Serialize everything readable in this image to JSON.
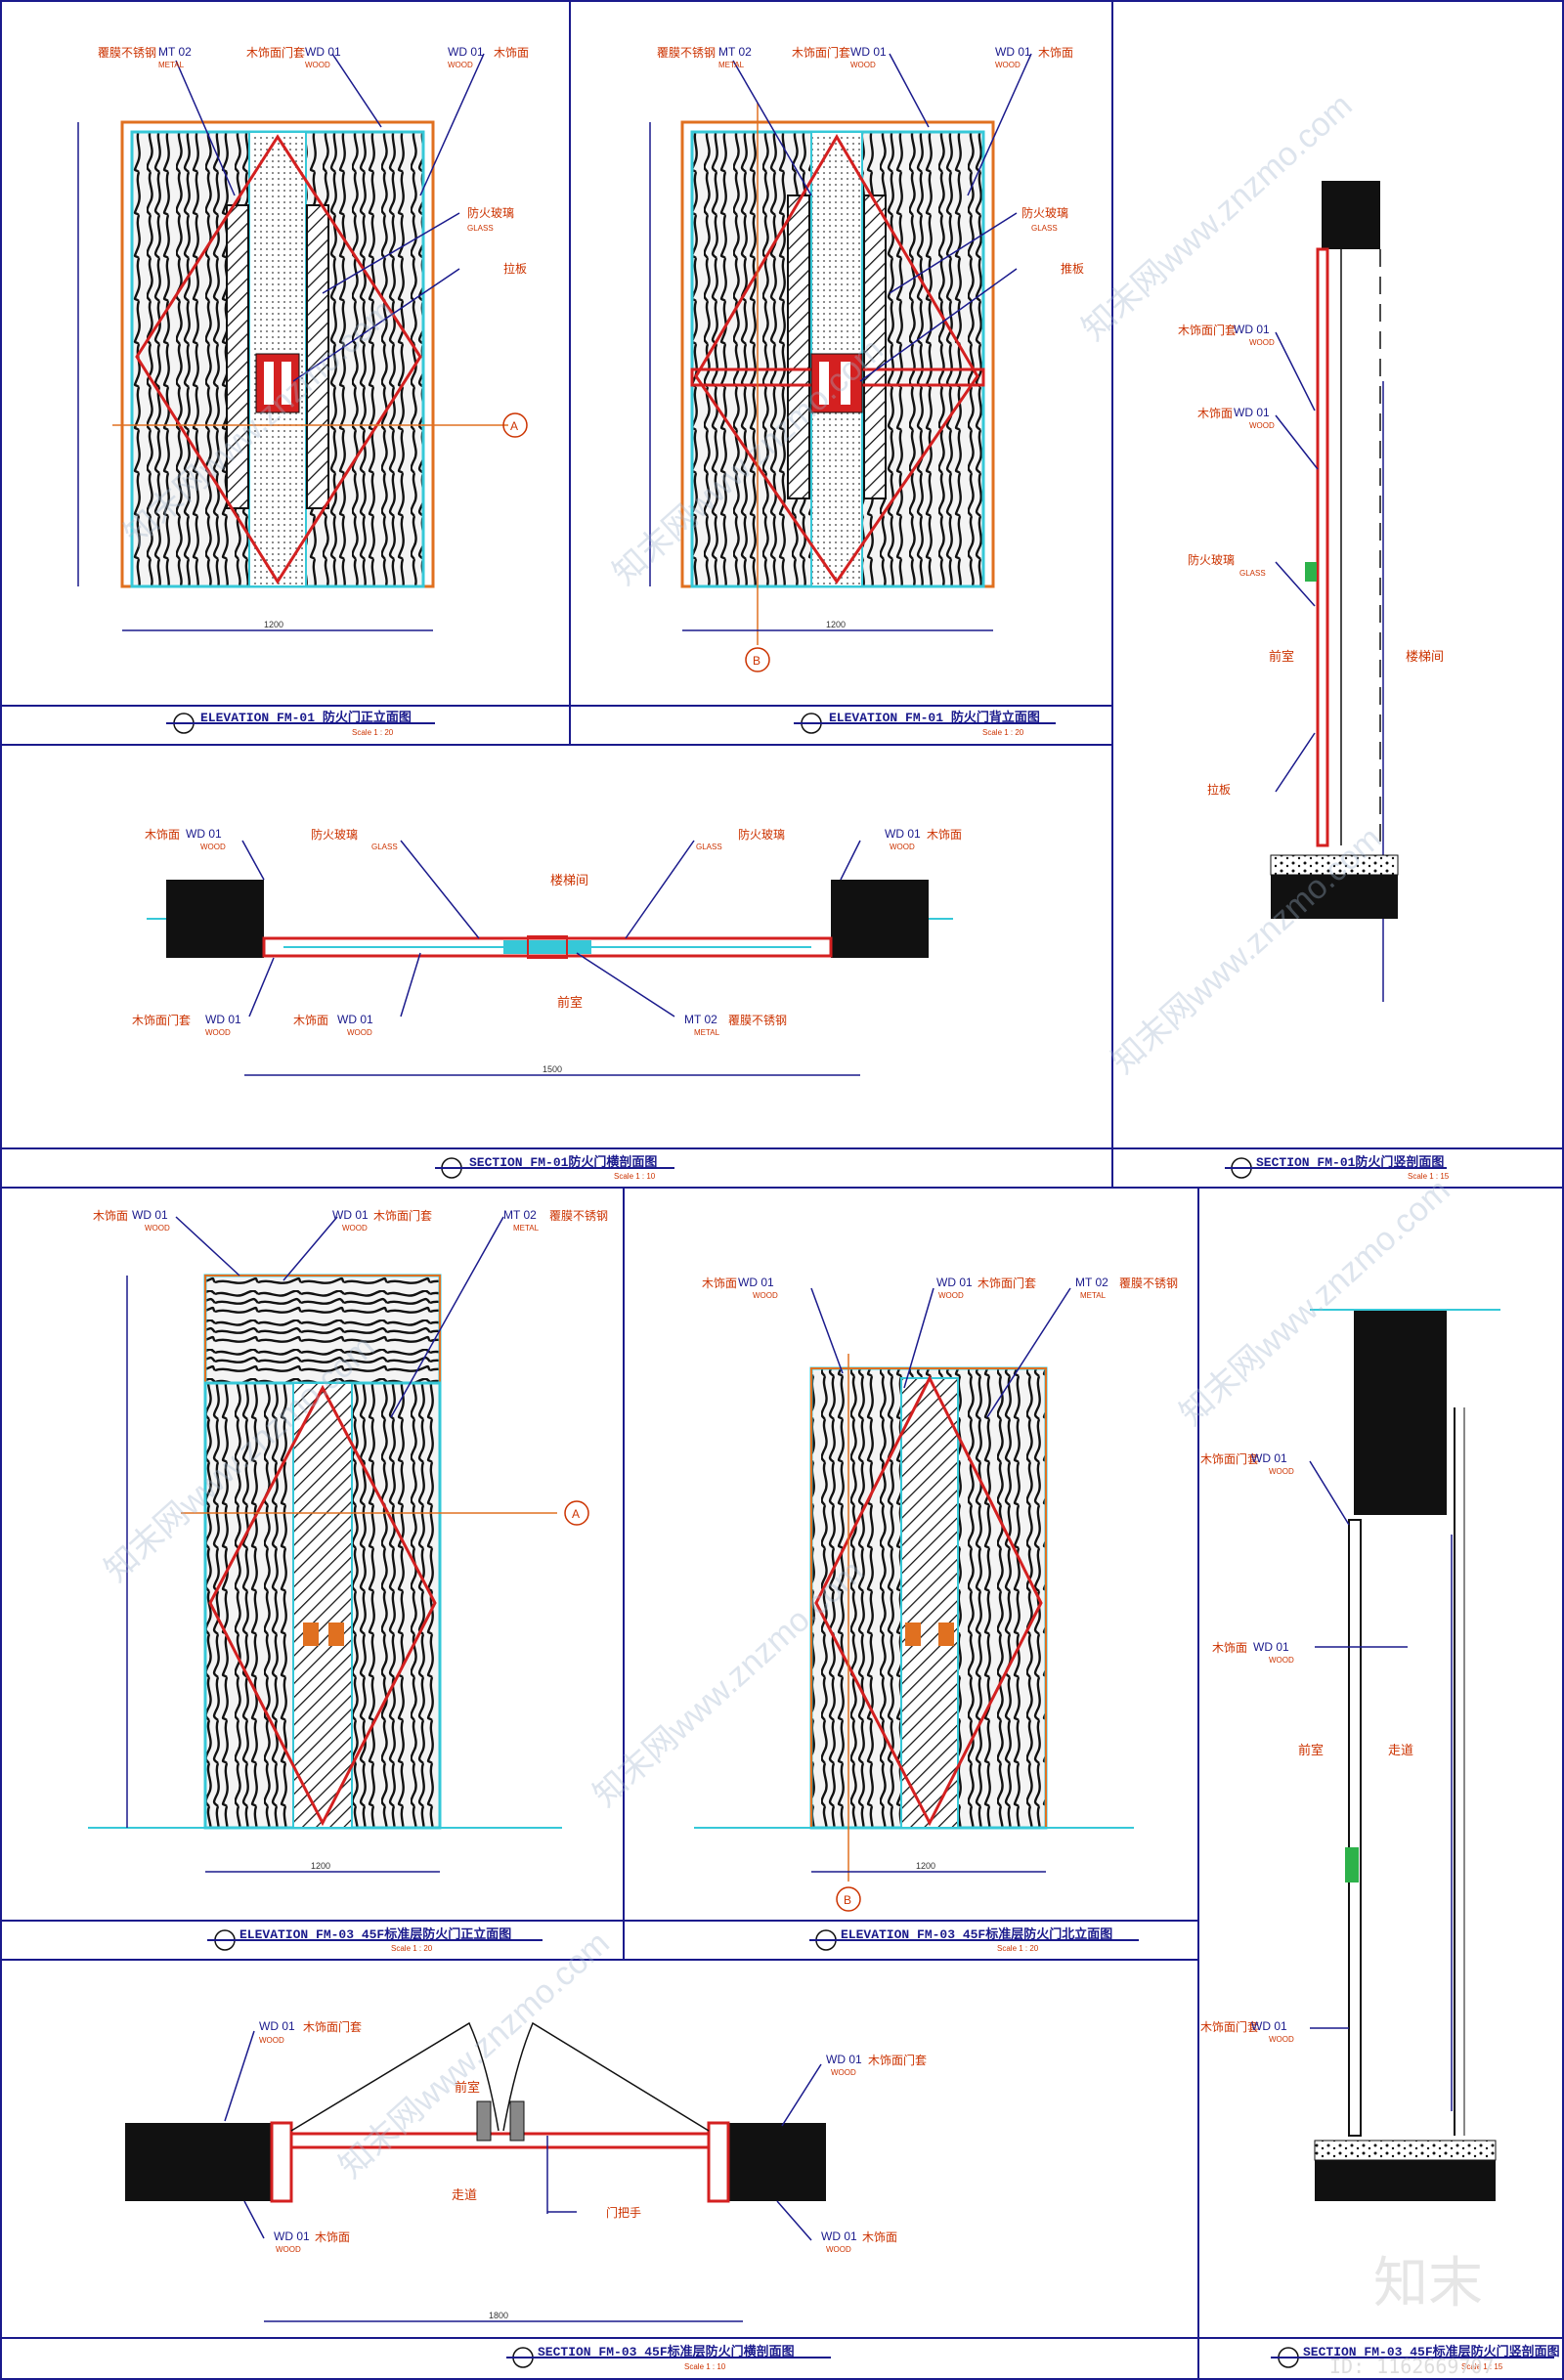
{
  "labels": {
    "wd_face": "木饰面",
    "wd_frame": "木饰面门套",
    "mt_steel": "覆膜不锈钢",
    "glass": "防火玻璃",
    "pull": "拉板",
    "pull_alt": "推板",
    "handle": "门把手",
    "code_wd": "WD 01",
    "code_mt": "MT 02",
    "wood": "WOOD",
    "metal": "METAL",
    "glass_sub": "GLASS",
    "section_marker": "A",
    "section_marker_b": "B"
  },
  "rooms": {
    "stair": "楼梯间",
    "front": "前室",
    "corridor": "走道"
  },
  "titles": {
    "t1": "ELEVATION   FM-01 防火门正立面图",
    "t2": "ELEVATION   FM-01 防火门背立面图",
    "t3": "SECTION    FM-01防火门横剖面图",
    "t4": "SECTION    FM-01防火门竖剖面图",
    "t5": "ELEVATION  FM-03 45F标准层防火门正立面图",
    "t6": "ELEVATION  FM-03 45F标准层防火门北立面图",
    "t7": "SECTION  FM-03 45F标准层防火门横剖面图",
    "t8": "SECTION  FM-03 45F标准层防火门竖剖面图",
    "scale_20": "Scale 1 : 20",
    "scale_10": "Scale 1 : 10",
    "scale_15": "Scale 1 : 15"
  },
  "dims": {
    "total_1": "1200",
    "total_2": "1500",
    "total_3": "1800"
  },
  "watermark": {
    "site": "知末网www.znzmo.com",
    "brand": "知末",
    "id": "ID: 1162669707"
  },
  "colors": {
    "frame_line": "#1a1a8c",
    "annotation": "#cc3300",
    "door_red": "#d42020",
    "glass_cyan": "#36c8d8"
  }
}
